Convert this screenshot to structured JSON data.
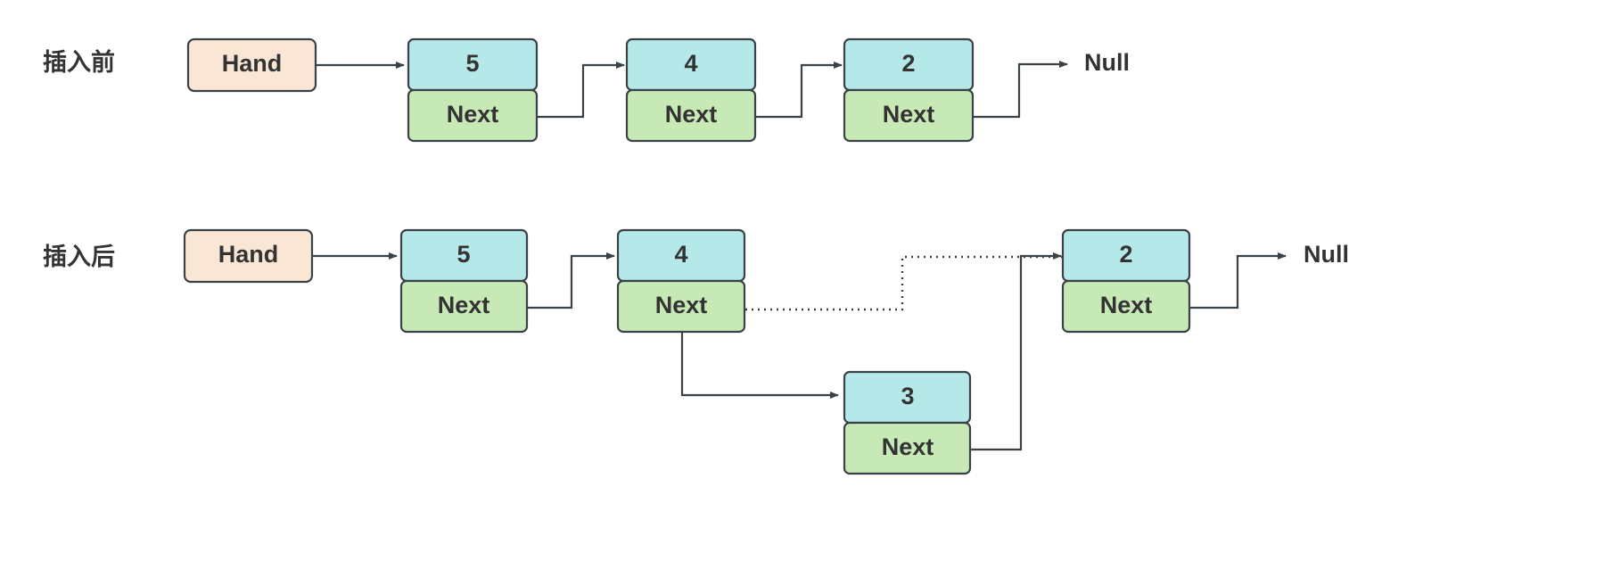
{
  "diagram": {
    "title": "Linked list insertion diagram",
    "colors": {
      "node_value_fill": "#b5e8e8",
      "node_next_fill": "#c7e9b5",
      "hand_fill": "#fae6d4",
      "stroke": "#3a4248",
      "text": "#333333",
      "background": "#ffffff"
    },
    "rows": [
      {
        "id": "before",
        "label": "插入前",
        "hand_label": "Hand",
        "terminator_label": "Null",
        "nodes": [
          {
            "value": "5",
            "next_label": "Next"
          },
          {
            "value": "4",
            "next_label": "Next"
          },
          {
            "value": "2",
            "next_label": "Next"
          }
        ]
      },
      {
        "id": "after",
        "label": "插入后",
        "hand_label": "Hand",
        "terminator_label": "Null",
        "nodes": [
          {
            "value": "5",
            "next_label": "Next"
          },
          {
            "value": "4",
            "next_label": "Next"
          },
          {
            "value": "2",
            "next_label": "Next"
          },
          {
            "value": "3",
            "next_label": "Next"
          }
        ],
        "inserted_node_value": "3",
        "broken_link_style": "dotted"
      }
    ]
  }
}
